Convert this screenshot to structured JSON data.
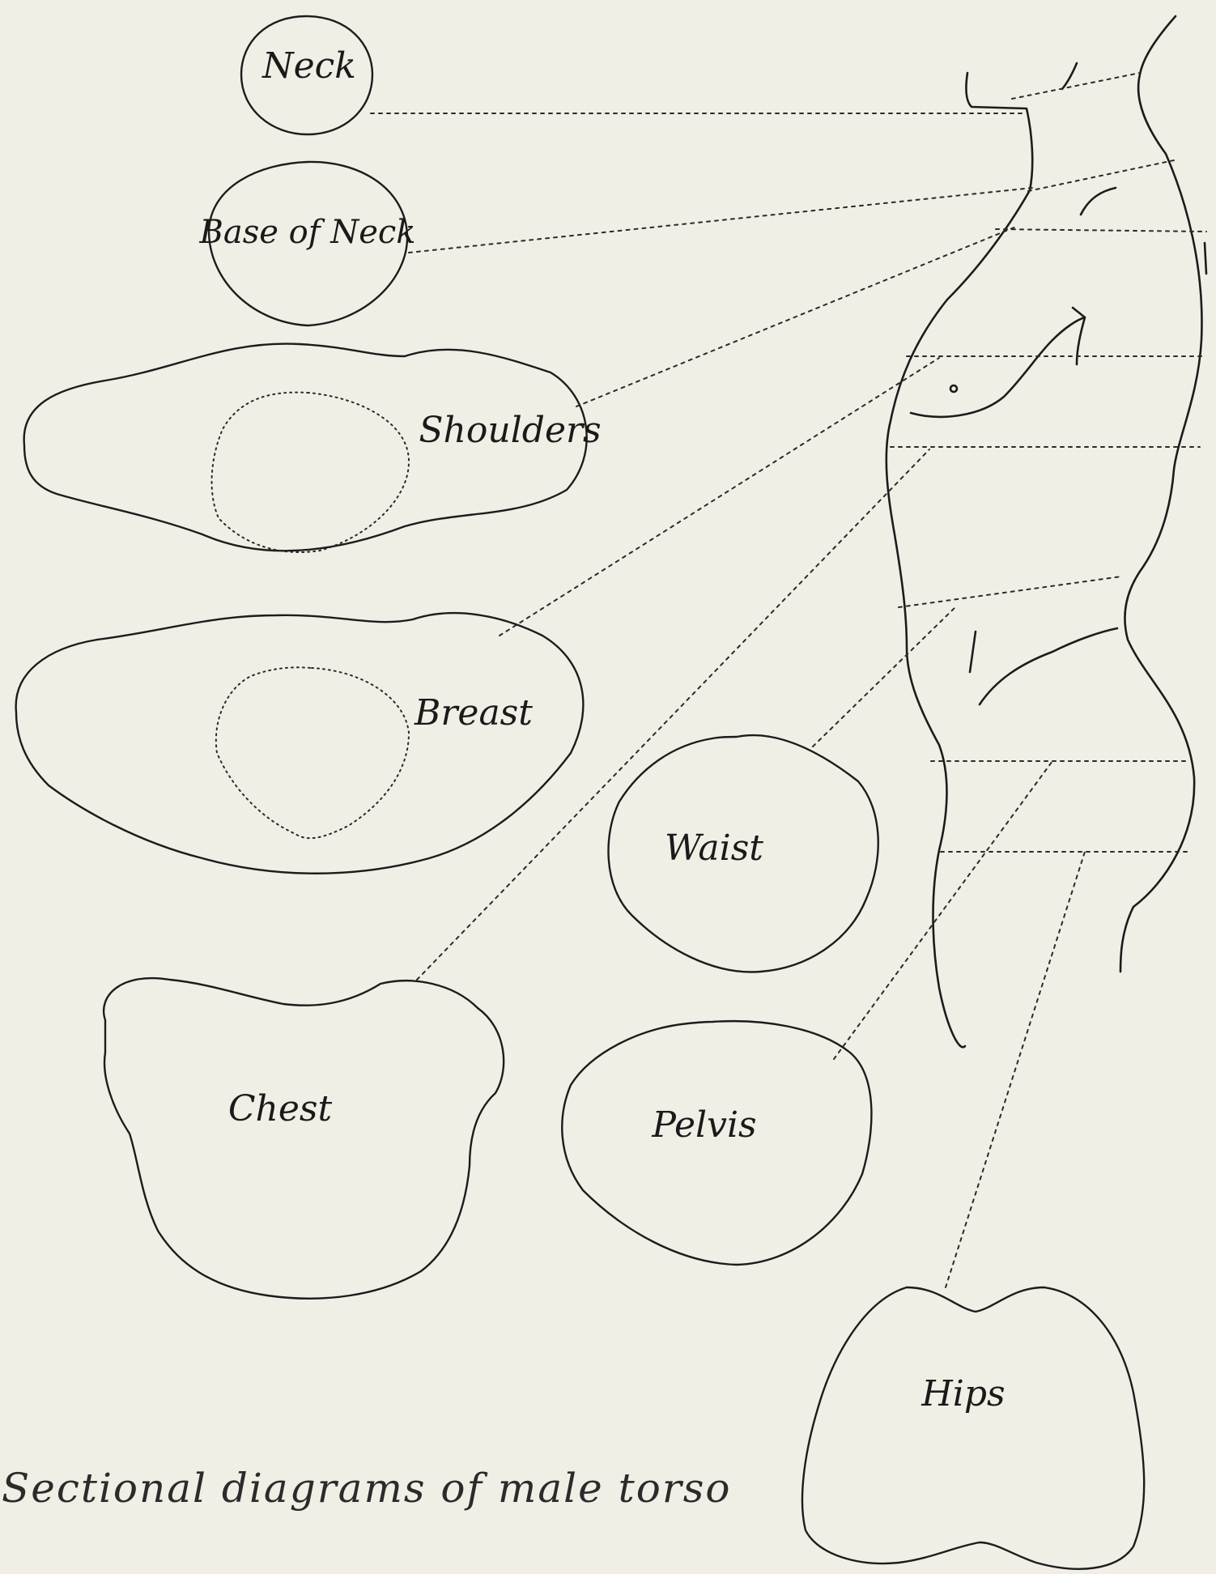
{
  "diagram": {
    "sections": [
      {
        "id": "neck",
        "label": "Neck"
      },
      {
        "id": "base-of-neck",
        "label": "Base of Neck"
      },
      {
        "id": "shoulders",
        "label": "Shoulders"
      },
      {
        "id": "breast",
        "label": "Breast"
      },
      {
        "id": "chest",
        "label": "Chest"
      },
      {
        "id": "waist",
        "label": "Waist"
      },
      {
        "id": "pelvis",
        "label": "Pelvis"
      },
      {
        "id": "hips",
        "label": "Hips"
      }
    ],
    "caption": "Sectional diagrams of male torso"
  }
}
